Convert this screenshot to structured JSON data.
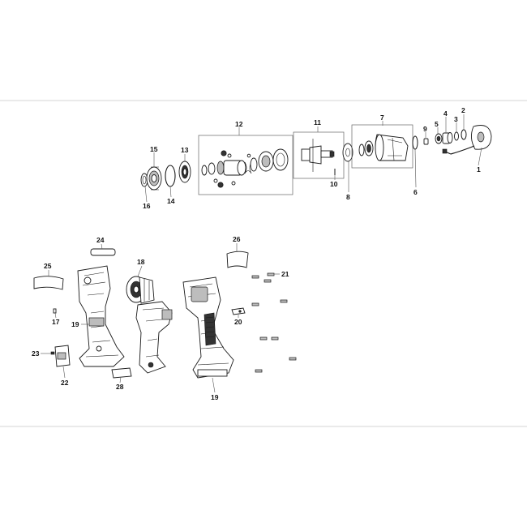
{
  "diagram": {
    "callouts": [
      "1",
      "2",
      "3",
      "4",
      "5",
      "6",
      "7",
      "8",
      "9",
      "10",
      "11",
      "12",
      "13",
      "14",
      "15",
      "16",
      "17",
      "18",
      "19",
      "19",
      "20",
      "21",
      "22",
      "23",
      "24",
      "25",
      "26",
      "28"
    ]
  }
}
